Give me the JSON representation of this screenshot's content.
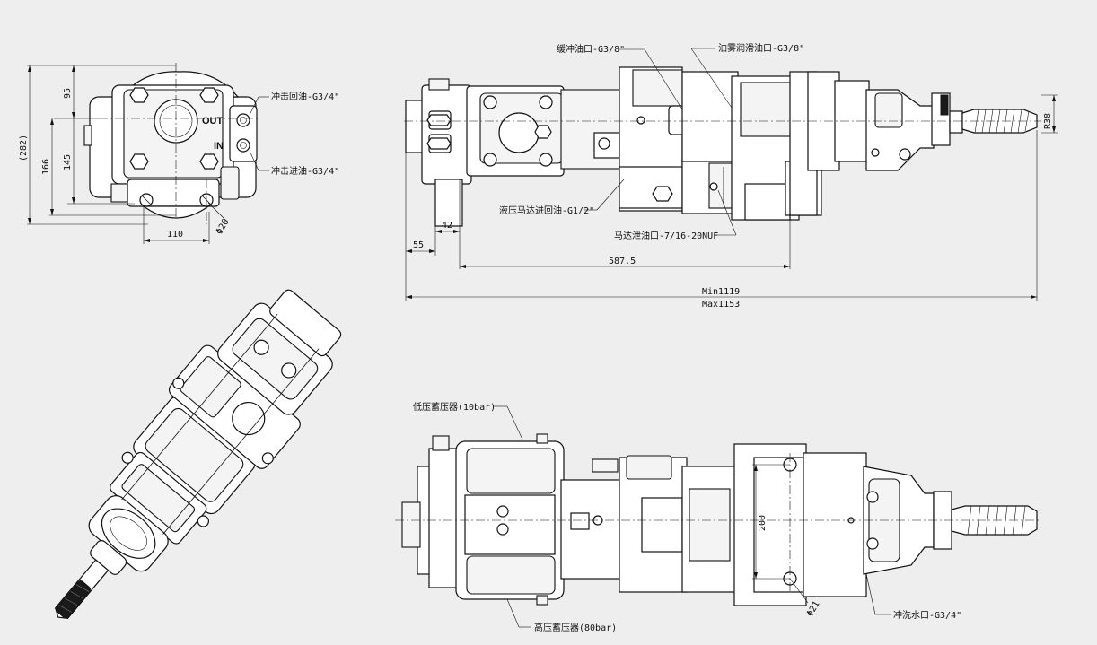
{
  "front_view": {
    "labels": {
      "port_out": "冲击回油-G3/4\"",
      "port_in": "冲击进油-G3/4\"",
      "out_mark": "OUT",
      "in_mark": "IN"
    },
    "dims": {
      "d95": "95",
      "d145": "145",
      "d166": "166",
      "d282": "(282)",
      "d110": "110",
      "d26": "Φ26"
    }
  },
  "side_view": {
    "labels": {
      "damper_oil": "缓冲油口-G3/8\"",
      "mist_lube": "油雾润滑油口-G3/8\"",
      "motor_return": "液压马达进回油-G1/2\"",
      "motor_leak": "马达泄油口-7/16-20NUF"
    },
    "dims": {
      "d42": "42",
      "d55": "55",
      "d587": "587.5",
      "min": "Min1119",
      "max": "Max1153",
      "r38": "R38"
    }
  },
  "top_view": {
    "labels": {
      "low_acc": "低压蓄压器(10bar)",
      "high_acc": "高压蓄压器(80bar)",
      "flush": "冲洗水口-G3/4\""
    },
    "dims": {
      "d200": "200",
      "d21": "Φ21"
    }
  }
}
